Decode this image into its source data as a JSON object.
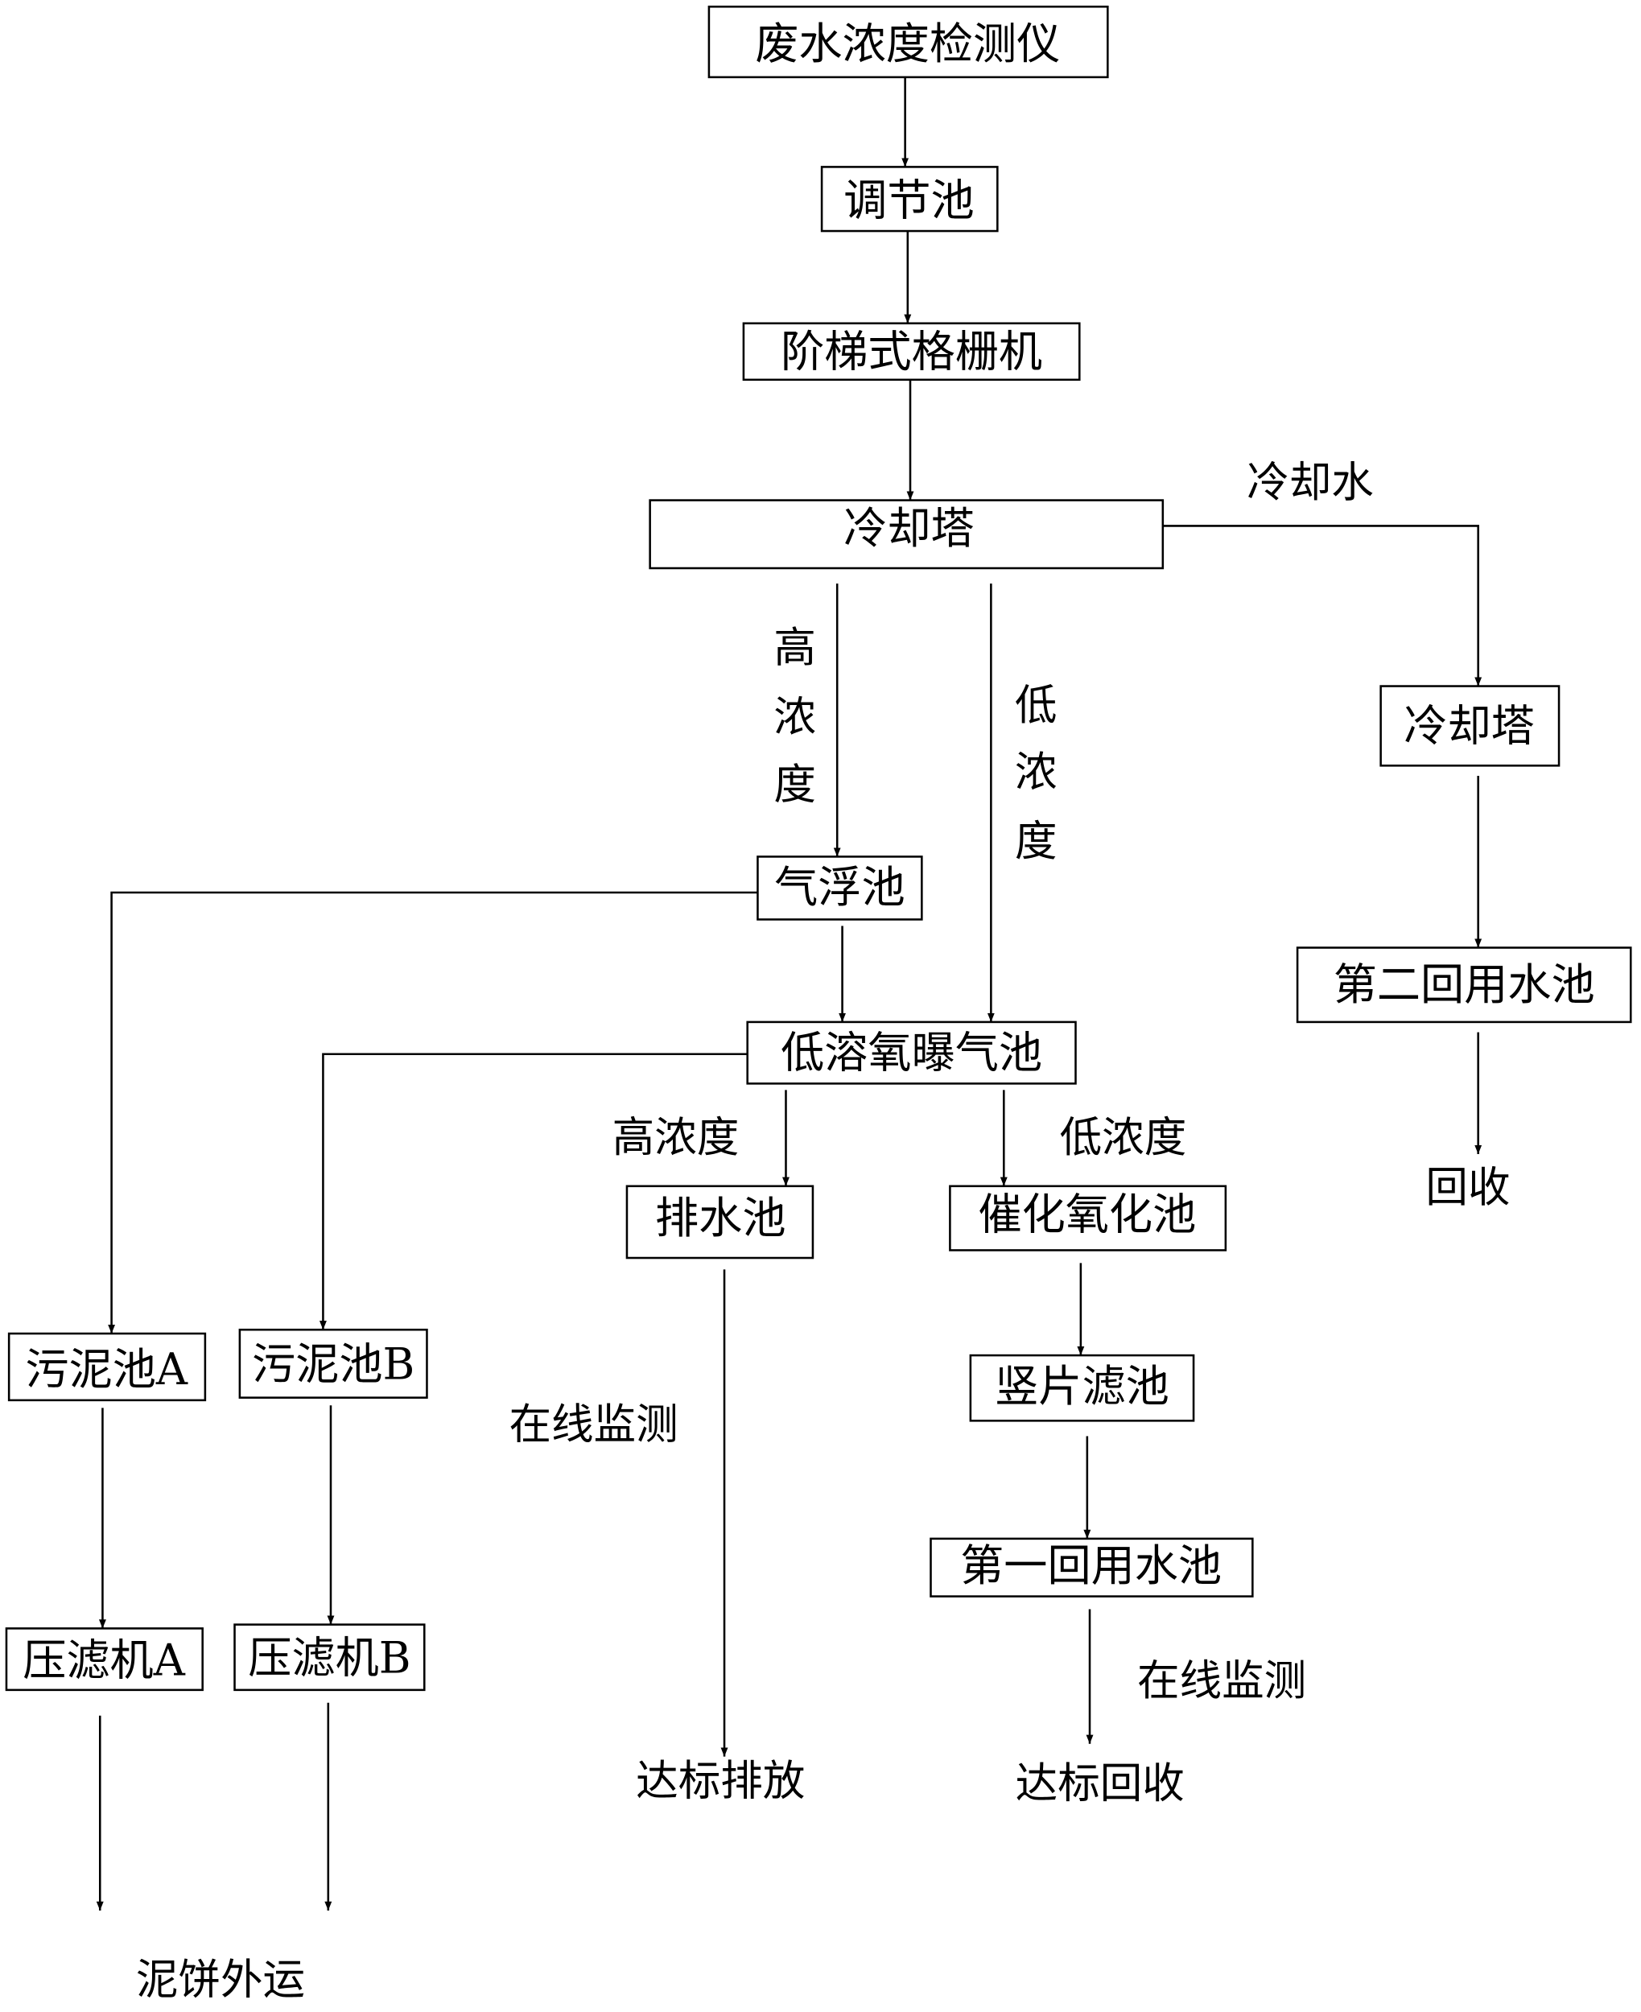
{
  "nodes": {
    "detector": "废水浓度检测仪",
    "regulating_tank": "调节池",
    "step_screen": "阶梯式格栅机",
    "cooling_tower_main": "冷却塔",
    "cooling_tower_right": "冷却塔",
    "air_flotation": "气浮池",
    "low_do_aeration": "低溶氧曝气池",
    "second_reuse_pool": "第二回用水池",
    "drainage_pool": "排水池",
    "catalytic_oxidation": "催化氧化池",
    "sludge_tank_a": "污泥池A",
    "sludge_tank_b": "污泥池B",
    "vertical_filter": "竖片滤池",
    "first_reuse_pool": "第一回用水池",
    "filter_press_a": "压滤机A",
    "filter_press_b": "压滤机B"
  },
  "labels": {
    "cooling_water": "冷却水",
    "high_conc_v": [
      "高",
      "浓",
      "度"
    ],
    "low_conc_v": [
      "低",
      "浓",
      "度"
    ],
    "high_conc": "高浓度",
    "low_conc": "低浓度",
    "recycle": "回收",
    "online_monitor_1": "在线监测",
    "online_monitor_2": "在线监测",
    "discharge": "达标排放",
    "recycle_standard": "达标回收",
    "sludge_cake": "泥饼外运"
  }
}
